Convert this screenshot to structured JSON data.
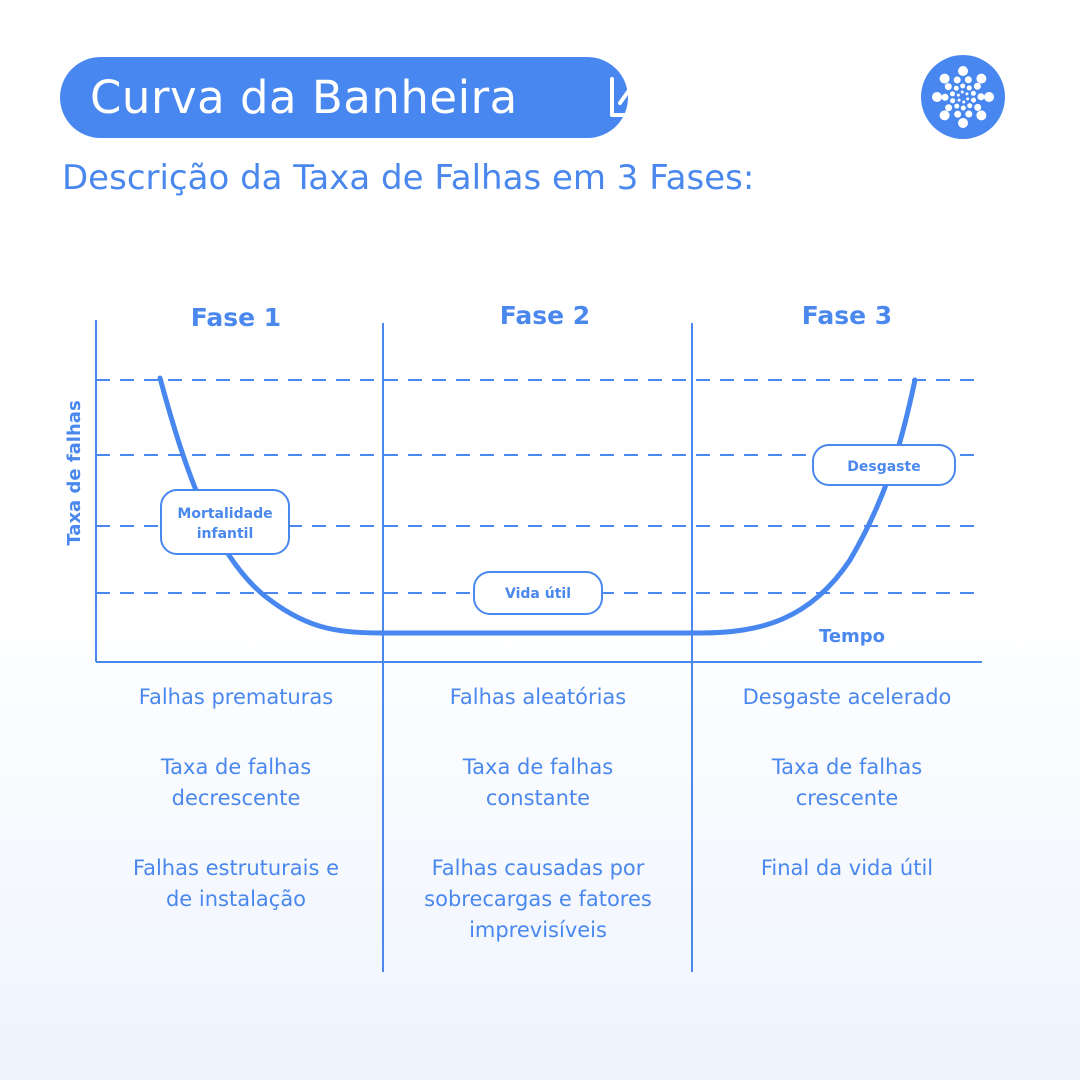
{
  "header": {
    "title": "Curva da Banheira",
    "title_icon": "line-chart-icon",
    "logo_icon": "dots-logo-icon"
  },
  "subtitle": "Descrição da Taxa de Falhas em 3 Fases:",
  "colors": {
    "accent": "#4787ef",
    "text": "#4a88ee"
  },
  "chart": {
    "y_axis_label": "Taxa de falhas",
    "x_axis_label": "Tempo",
    "phases": [
      {
        "title": "Fase 1",
        "curve_label_lines": [
          "Mortalidade",
          "infantil"
        ],
        "descriptions": [
          [
            "Falhas prematuras"
          ],
          [
            "Taxa de falhas",
            "decrescente"
          ],
          [
            "Falhas estruturais e",
            "de instalação"
          ]
        ]
      },
      {
        "title": "Fase 2",
        "curve_label_lines": [
          "Vida útil"
        ],
        "descriptions": [
          [
            "Falhas aleatórias"
          ],
          [
            "Taxa de falhas",
            "constante"
          ],
          [
            "Falhas causadas por",
            "sobrecargas e fatores",
            "imprevisíveis"
          ]
        ]
      },
      {
        "title": "Fase 3",
        "curve_label_lines": [
          "Desgaste"
        ],
        "descriptions": [
          [
            "Desgaste acelerado"
          ],
          [
            "Taxa de falhas",
            "crescente"
          ],
          [
            "Final da vida útil"
          ]
        ]
      }
    ]
  }
}
